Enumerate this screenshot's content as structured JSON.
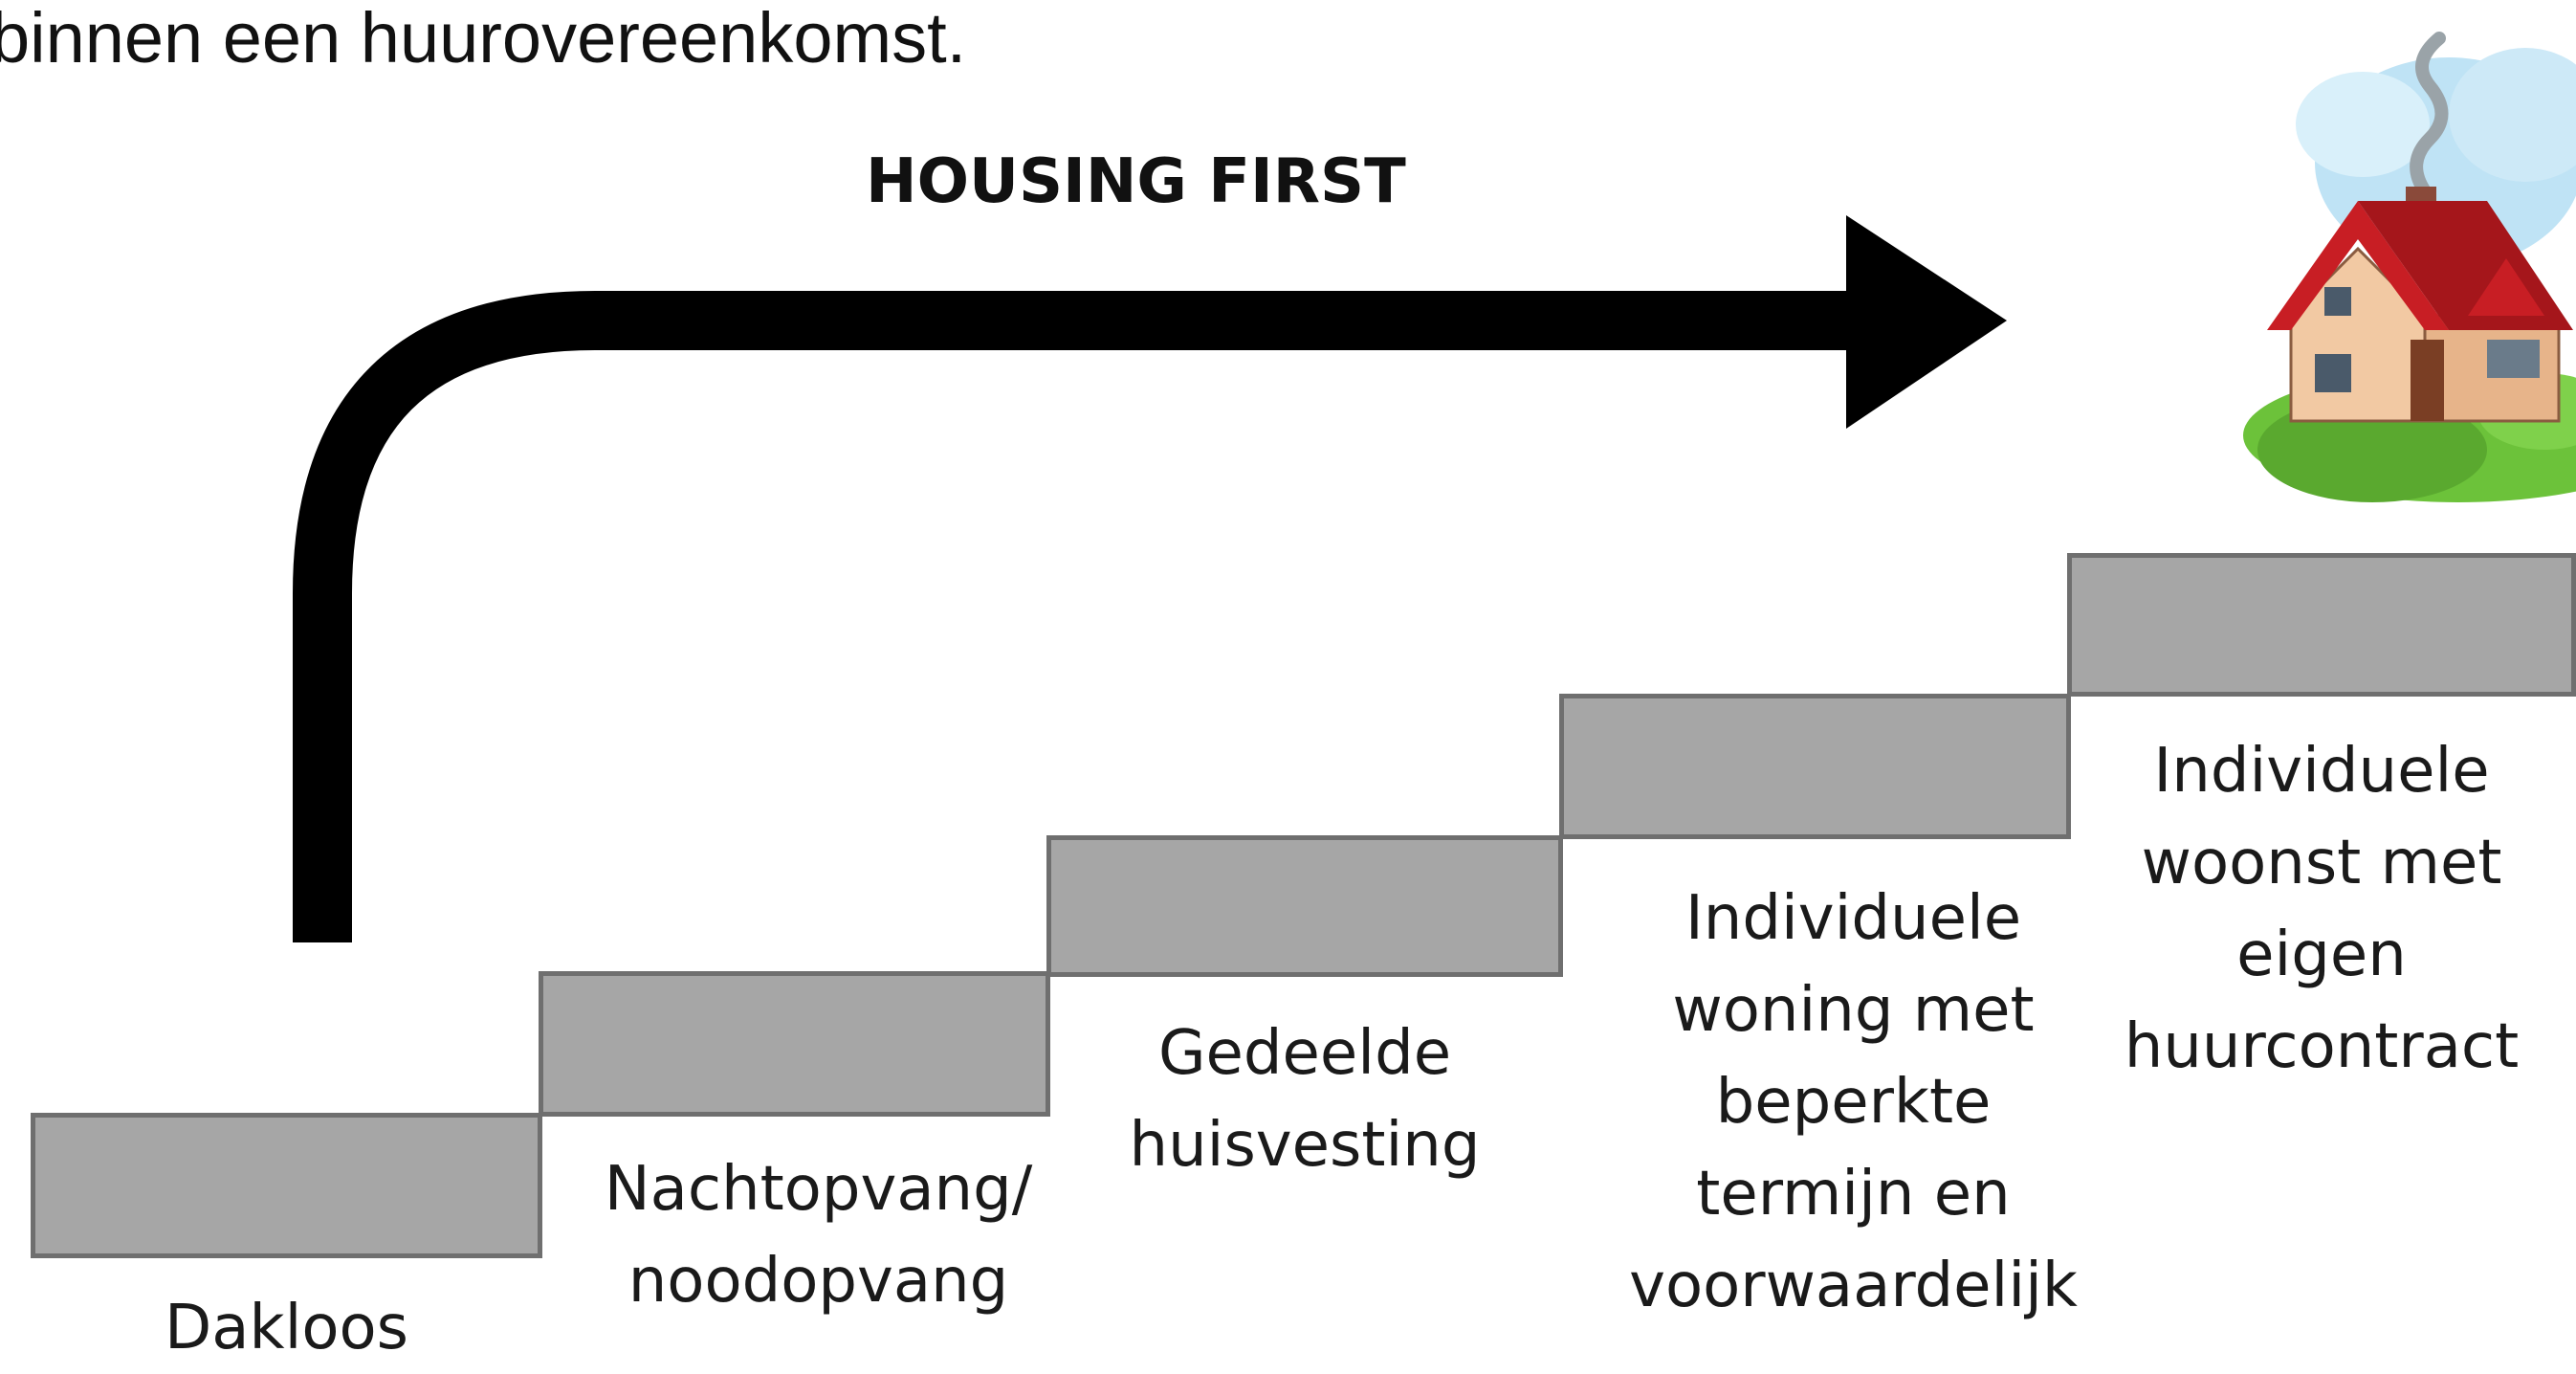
{
  "caption": "binnen een huurovereenkomst.",
  "diagram": {
    "title": "HOUSING FIRST",
    "steps": [
      {
        "label": "Dakloos"
      },
      {
        "label": "Nachtopvang/\nnoodopvang"
      },
      {
        "label": "Gedeelde\nhuisvesting"
      },
      {
        "label": "Individuele\nwoning met\nbeperkte\ntermijn en\nvoorwaardelijk"
      },
      {
        "label": "Individuele\nwoonst met\neigen\nhuurcontract"
      }
    ]
  },
  "colors": {
    "step_fill": "#a6a6a6",
    "step_border": "#6f6f6f",
    "arrow": "#000000",
    "house_roof": "#c81e24",
    "house_wall": "#f2c9a3",
    "grass": "#6cc23a",
    "sky": "#bfe3f5"
  },
  "icons": {
    "arrow": "curved-arrow-icon",
    "house": "house-icon"
  }
}
